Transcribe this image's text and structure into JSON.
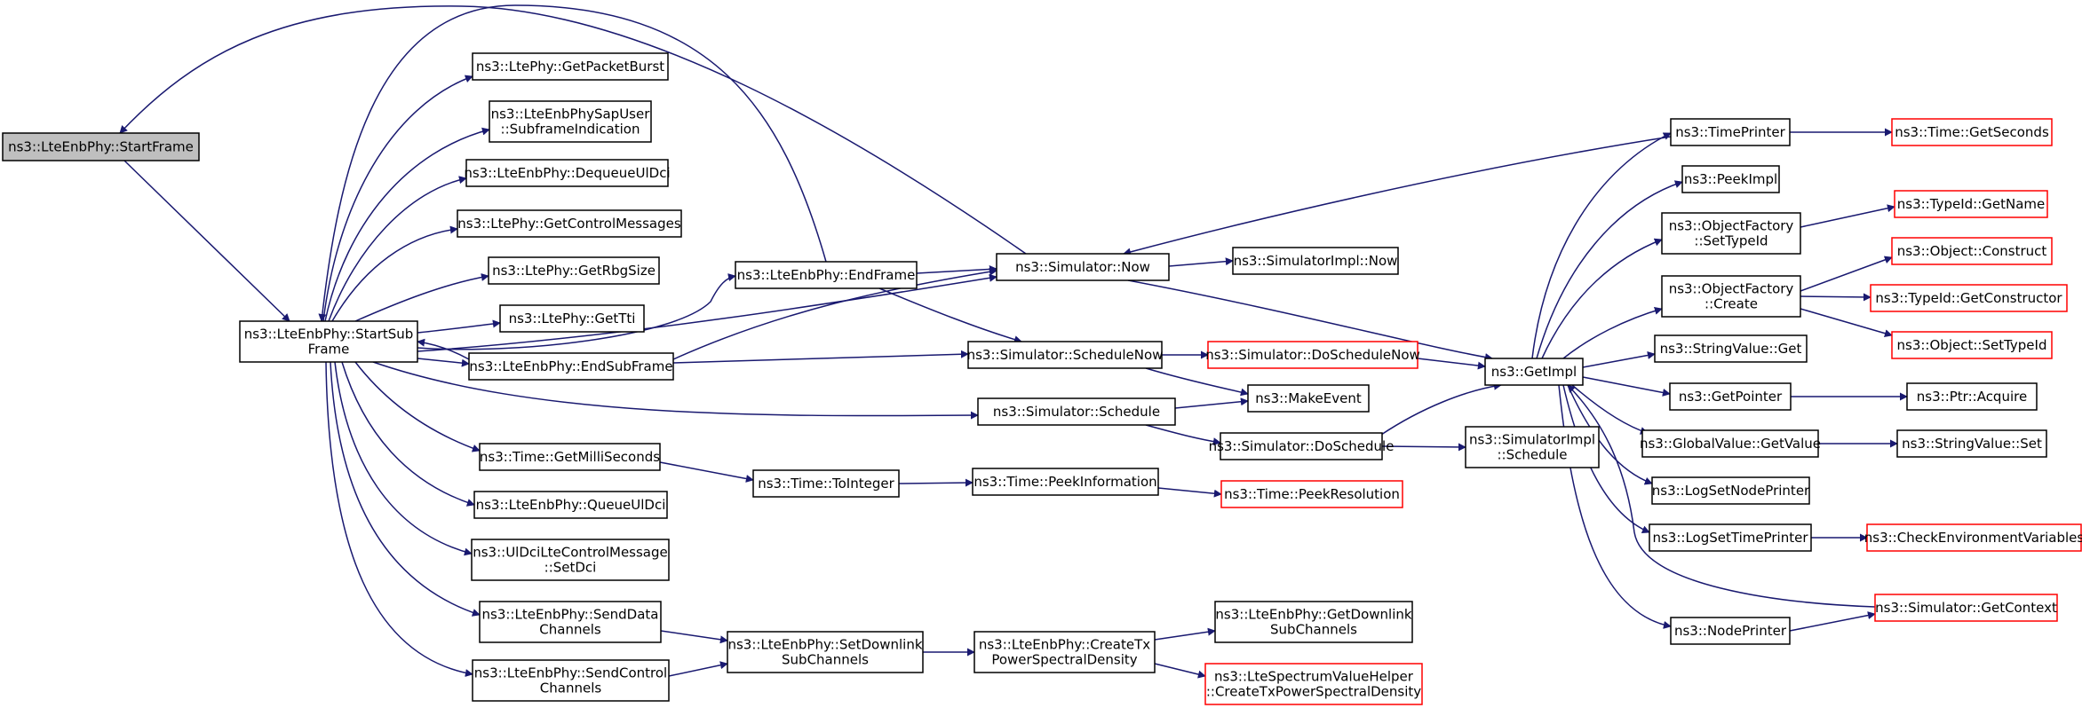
{
  "graph": {
    "edge_color": "#191970",
    "node_border": "#000000",
    "external_border": "#ff0000",
    "root_fill": "#bfbfbf",
    "nodes": {
      "start_frame": [
        "ns3::LteEnbPhy::StartFrame"
      ],
      "start_subframe": [
        "ns3::LteEnbPhy::StartSub",
        "Frame"
      ],
      "get_packet_burst": [
        "ns3::LtePhy::GetPacketBurst"
      ],
      "subframe_indication": [
        "ns3::LteEnbPhySapUser",
        "::SubframeIndication"
      ],
      "dequeue_ul_dci": [
        "ns3::LteEnbPhy::DequeueUlDci"
      ],
      "get_control_messages": [
        "ns3::LtePhy::GetControlMessages"
      ],
      "get_rbg_size": [
        "ns3::LtePhy::GetRbgSize"
      ],
      "get_tti": [
        "ns3::LtePhy::GetTti"
      ],
      "end_subframe": [
        "ns3::LteEnbPhy::EndSubFrame"
      ],
      "end_frame": [
        "ns3::LteEnbPhy::EndFrame"
      ],
      "simulator_now": [
        "ns3::Simulator::Now"
      ],
      "simulatorimpl_now": [
        "ns3::SimulatorImpl::Now"
      ],
      "schedule_now": [
        "ns3::Simulator::ScheduleNow"
      ],
      "do_schedule_now": [
        "ns3::Simulator::DoScheduleNow"
      ],
      "make_event": [
        "ns3::MakeEvent"
      ],
      "schedule": [
        "ns3::Simulator::Schedule"
      ],
      "do_schedule": [
        "ns3::Simulator::DoSchedule"
      ],
      "simulatorimpl_schedule": [
        "ns3::SimulatorImpl",
        "::Schedule"
      ],
      "get_milliseconds": [
        "ns3::Time::GetMilliSeconds"
      ],
      "to_integer": [
        "ns3::Time::ToInteger"
      ],
      "peek_information": [
        "ns3::Time::PeekInformation"
      ],
      "peek_resolution": [
        "ns3::Time::PeekResolution"
      ],
      "queue_ul_dci": [
        "ns3::LteEnbPhy::QueueUlDci"
      ],
      "set_dci": [
        "ns3::UlDciLteControlMessage",
        "::SetDci"
      ],
      "send_data_channels": [
        "ns3::LteEnbPhy::SendData",
        "Channels"
      ],
      "send_control_channels": [
        "ns3::LteEnbPhy::SendControl",
        "Channels"
      ],
      "set_downlink_subchannels": [
        "ns3::LteEnbPhy::SetDownlink",
        "SubChannels"
      ],
      "create_tx_psd": [
        "ns3::LteEnbPhy::CreateTx",
        "PowerSpectralDensity"
      ],
      "get_downlink_subchannels": [
        "ns3::LteEnbPhy::GetDownlink",
        "SubChannels"
      ],
      "spectrum_helper": [
        "ns3::LteSpectrumValueHelper",
        "::CreateTxPowerSpectralDensity"
      ],
      "get_impl": [
        "ns3::GetImpl"
      ],
      "time_printer": [
        "ns3::TimePrinter"
      ],
      "time_get_seconds": [
        "ns3::Time::GetSeconds"
      ],
      "peek_impl": [
        "ns3::PeekImpl"
      ],
      "of_set_type_id": [
        "ns3::ObjectFactory",
        "::SetTypeId"
      ],
      "typeid_get_name": [
        "ns3::TypeId::GetName"
      ],
      "of_create": [
        "ns3::ObjectFactory",
        "::Create"
      ],
      "object_construct": [
        "ns3::Object::Construct"
      ],
      "typeid_get_constructor": [
        "ns3::TypeId::GetConstructor"
      ],
      "object_set_type_id": [
        "ns3::Object::SetTypeId"
      ],
      "stringvalue_get": [
        "ns3::StringValue::Get"
      ],
      "get_pointer": [
        "ns3::GetPointer"
      ],
      "ptr_acquire": [
        "ns3::Ptr::Acquire"
      ],
      "globalvalue_get_value": [
        "ns3::GlobalValue::GetValue"
      ],
      "stringvalue_set": [
        "ns3::StringValue::Set"
      ],
      "log_set_node_printer": [
        "ns3::LogSetNodePrinter"
      ],
      "log_set_time_printer": [
        "ns3::LogSetTimePrinter"
      ],
      "check_env_vars": [
        "ns3::CheckEnvironmentVariables"
      ],
      "node_printer": [
        "ns3::NodePrinter"
      ],
      "simulator_get_context": [
        "ns3::Simulator::GetContext"
      ]
    }
  }
}
